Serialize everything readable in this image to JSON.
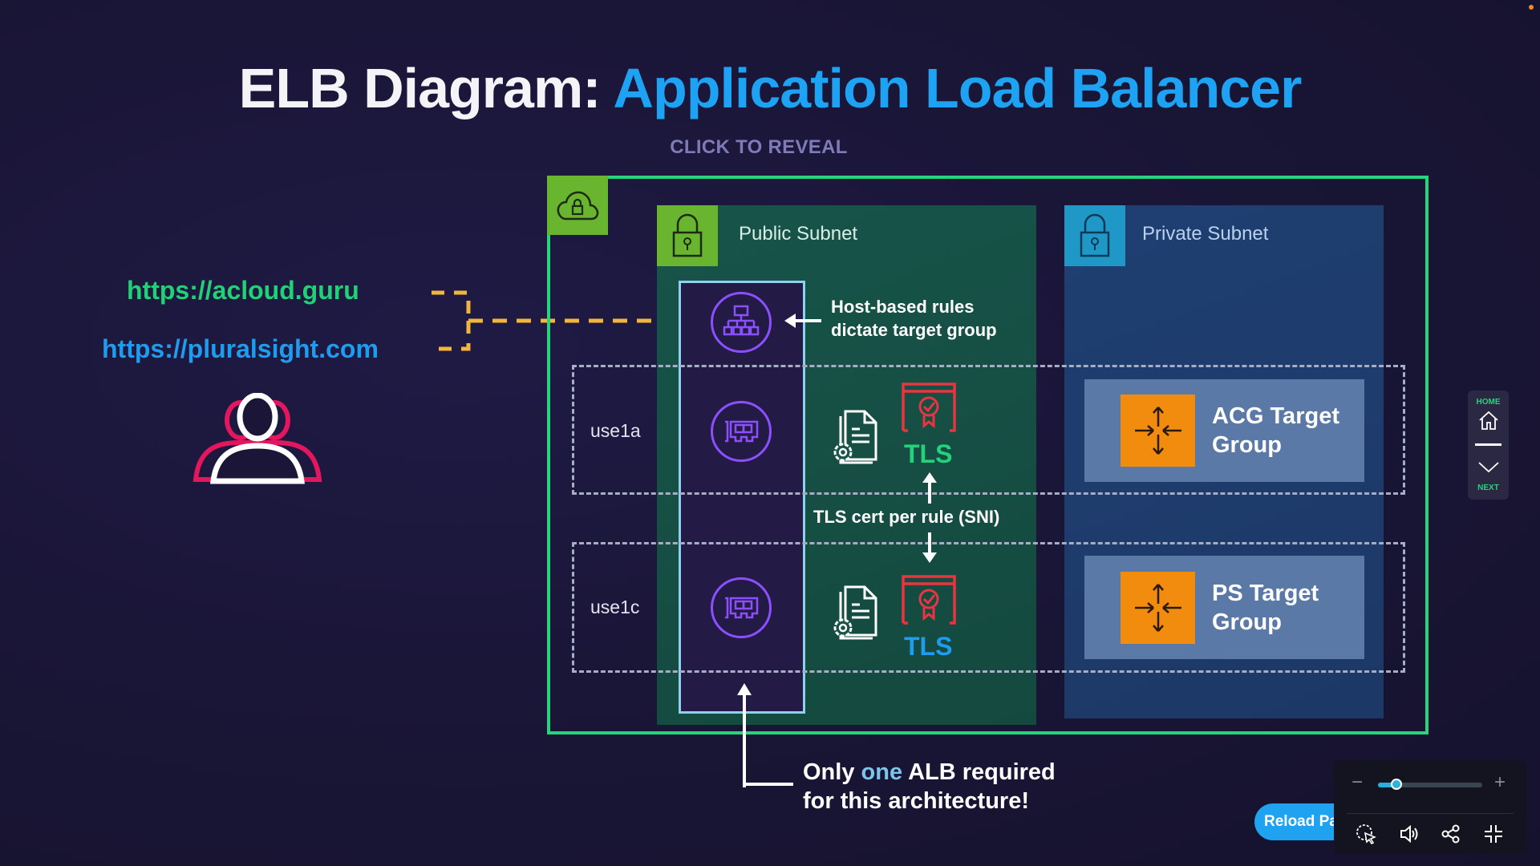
{
  "slide": {
    "title_prefix": "ELB Diagram:",
    "title_highlight": "Application Load Balancer",
    "reveal_label": "CLICK TO REVEAL"
  },
  "urls": [
    {
      "text": "https://acloud.guru",
      "color": "#20d175"
    },
    {
      "text": "https://pluralsight.com",
      "color": "#1e9cf0"
    }
  ],
  "user_icon": "users-icon",
  "vpc": {
    "icon": "cloud-lock-icon",
    "public_subnet": {
      "label": "Public Subnet",
      "icon": "lock-icon"
    },
    "private_subnet": {
      "label": "Private Subnet",
      "icon": "lock-icon"
    },
    "availability_zones": [
      {
        "label": "use1a",
        "tls_label": "TLS",
        "tls_color": "#22d37a"
      },
      {
        "label": "use1c",
        "tls_label": "TLS",
        "tls_color": "#1e9cf0"
      }
    ],
    "alb_note": "Host-based rules dictate target group",
    "alb_note_lines": [
      "Host-based rules",
      "dictate target group"
    ],
    "tls_note": "TLS cert per rule (SNI)",
    "target_groups": [
      {
        "line1": "ACG Target",
        "line2": "Group"
      },
      {
        "line1": "PS Target",
        "line2": "Group"
      }
    ]
  },
  "bottom_note": {
    "prefix": "Only",
    "highlight": "one",
    "suffix": "ALB required",
    "line2": "for this architecture!"
  },
  "nav": {
    "home_label": "HOME",
    "next_label": "NEXT"
  },
  "player": {
    "reload_label": "Reload Pa",
    "zoom_level": 0.18,
    "zoom_out": "−",
    "zoom_in": "+"
  },
  "colors": {
    "vpc_border": "#25d47c",
    "public_subnet": "#175449",
    "private_subnet": "#1f3f72",
    "alb_purple": "#8c4fff",
    "cert_red": "#e8353f",
    "target_orange": "#f28c0e"
  }
}
